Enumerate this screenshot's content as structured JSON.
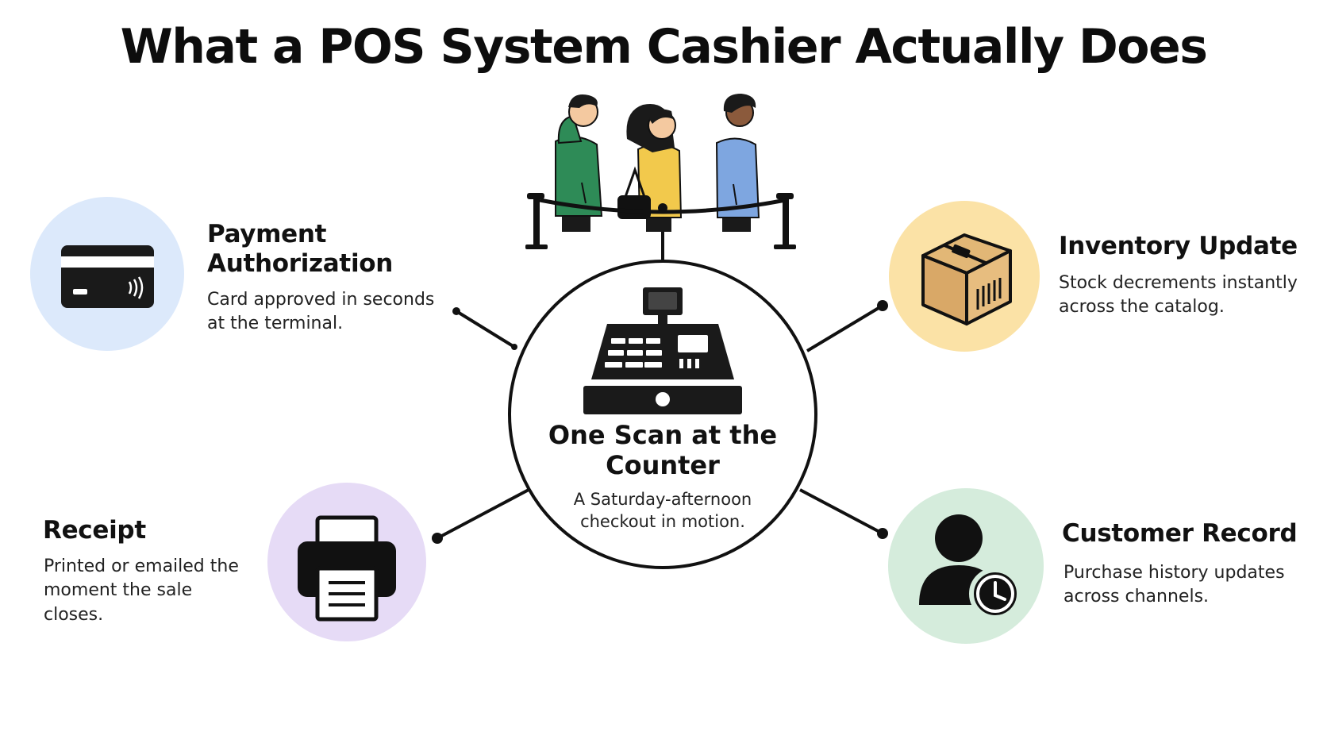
{
  "title": "What a POS System Cashier Actually Does",
  "center": {
    "title": "One Scan at the Counter",
    "subtitle": "A Saturday-afternoon checkout in motion."
  },
  "nodes": {
    "payment": {
      "heading": "Payment Authorization",
      "description": "Card approved in seconds at the terminal.",
      "icon": "credit-card-icon",
      "color": "#dce9fb"
    },
    "inventory": {
      "heading": "Inventory Update",
      "description": "Stock decrements instantly across the catalog.",
      "icon": "package-box-icon",
      "color": "#fbe2a6"
    },
    "receipt": {
      "heading": "Receipt",
      "description": "Printed or emailed the moment the sale closes.",
      "icon": "printer-icon",
      "color": "#e6dbf6"
    },
    "customer": {
      "heading": "Customer Record",
      "description": "Purchase history updates across channels.",
      "icon": "user-history-icon",
      "color": "#d5ecdc"
    }
  },
  "queue": {
    "icon": "customer-queue-icon",
    "colors": [
      "#2e8b57",
      "#f2c94c",
      "#7ea6e0"
    ]
  }
}
